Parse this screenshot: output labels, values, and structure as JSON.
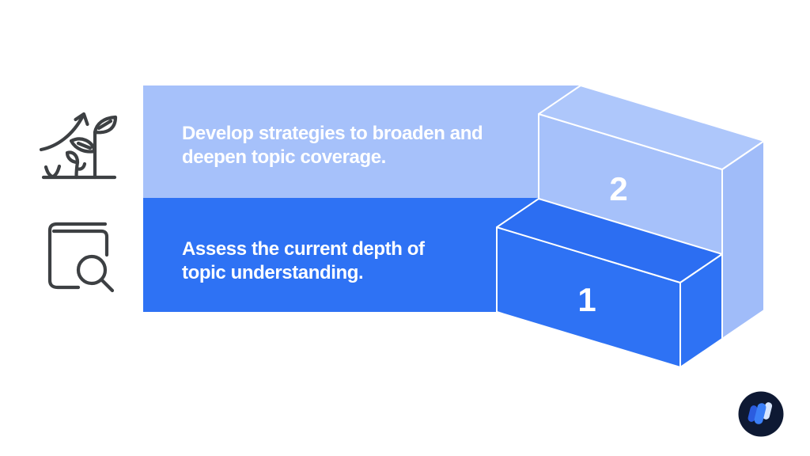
{
  "steps": [
    {
      "number": "1",
      "text": "Assess the current depth of\ntopic understanding.",
      "icon": "book-search-icon",
      "bar_color": "#2e72f4"
    },
    {
      "number": "2",
      "text": "Develop strategies to broaden and\ndeepen topic coverage.",
      "icon": "growth-plant-arrow-icon",
      "bar_color": "#a6c1fa"
    }
  ],
  "colors": {
    "light_blue": "#a6c1fa",
    "light_blue_top": "#aec7fb",
    "light_blue_side": "#a0bcf9",
    "bright_blue": "#2e72f4",
    "bright_blue_top": "#2c6ef2",
    "edge_white": "#ffffff",
    "icon_stroke": "#3d4043",
    "logo_bg": "#0e1933",
    "logo_blue": "#3b7ff7",
    "logo_dark_blue": "#2b5cdf",
    "logo_light_blue": "#d9e7fe"
  },
  "logo": {
    "name": "writesonic-logo"
  }
}
